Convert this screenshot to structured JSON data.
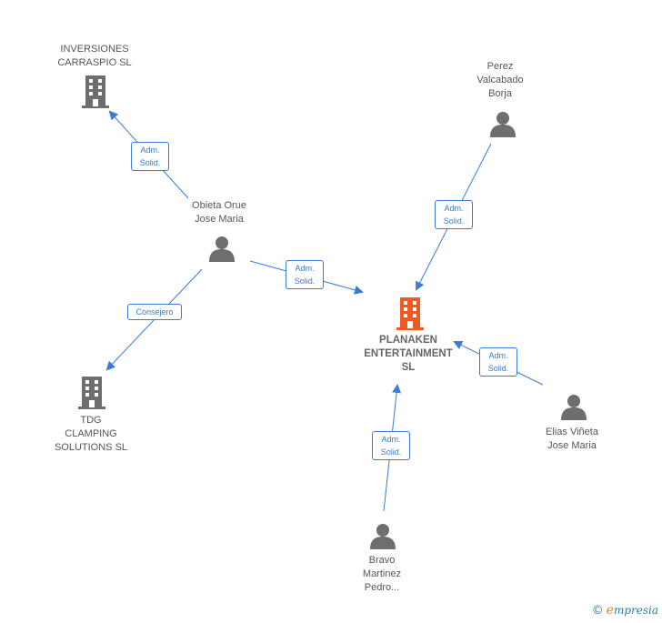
{
  "colors": {
    "edge": "#3a7bd5",
    "node_icon": "#6e6e6e",
    "main_icon": "#ee5a24"
  },
  "nodes": {
    "planaken": {
      "label": "PLANAKEN\nENTERTAINMENT\nSL",
      "icon": "building-icon"
    },
    "inversiones": {
      "label": "INVERSIONES\nCARRASPIO SL",
      "icon": "building-icon"
    },
    "tdg": {
      "label": "TDG\nCLAMPING\nSOLUTIONS  SL",
      "icon": "building-icon"
    },
    "obieta": {
      "label": "Obieta Orue\nJose Maria",
      "icon": "person-icon"
    },
    "perez": {
      "label": "Perez\nValcabado\nBorja",
      "icon": "person-icon"
    },
    "elias": {
      "label": "Elias Viñeta\nJose Maria",
      "icon": "person-icon"
    },
    "bravo": {
      "label": "Bravo\nMartinez\nPedro...",
      "icon": "person-icon"
    }
  },
  "edges": {
    "obieta_inversiones": "Adm.\nSolid.",
    "obieta_tdg": "Consejero",
    "obieta_planaken": "Adm.\nSolid.",
    "perez_planaken": "Adm.\nSolid.",
    "elias_planaken": "Adm.\nSolid.",
    "bravo_planaken": "Adm.\nSolid."
  },
  "brand": {
    "copyright": "©",
    "name_first": "e",
    "name_rest": "mpresia"
  }
}
